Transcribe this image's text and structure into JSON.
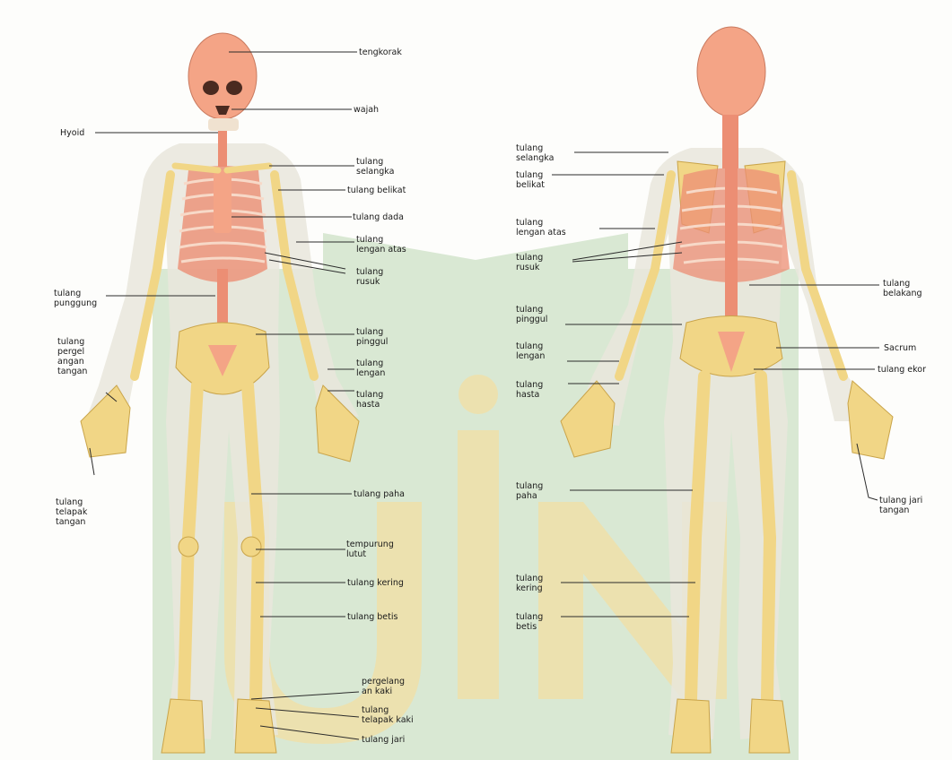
{
  "colors": {
    "bone": "#f1d686",
    "bone_edge": "#c9a44a",
    "skull": "#f4a486",
    "ribs": "#ec8e74",
    "body_shadow": "#e9e6dc",
    "watermark_green": "#6aa65a",
    "watermark_gold": "#e8c860",
    "leader": "#2b2b2b"
  },
  "front_labels": {
    "tengkorak": "tengkorak",
    "wajah": "wajah",
    "hyoid": "Hyoid",
    "selangka": "tulang\nselangka",
    "belikat": "tulang belikat",
    "dada": "tulang dada",
    "lengan_atas": "tulang\nlengan atas",
    "rusuk": "tulang\nrusuk",
    "punggung": "tulang\npunggung",
    "pergelangan_tangan": "tulang\npergel\nangan\ntangan",
    "pinggul": "tulang\npinggul",
    "lengan": "tulang\nlengan",
    "hasta": "tulang\nhasta",
    "telapak_tangan": "tulang\ntelapak\ntangan",
    "paha": "tulang paha",
    "tempurung": "tempurung\nlutut",
    "kering": "tulang kering",
    "betis": "tulang betis",
    "pergelangan_kaki": "pergelang\nan kaki",
    "telapak_kaki": "tulang\ntelapak kaki",
    "jari": "tulang jari"
  },
  "back_labels": {
    "selangka": "tulang\nselangka",
    "belikat": "tulang\nbelikat",
    "lengan_atas": "tulang\nlengan atas",
    "rusuk": "tulang\nrusuk",
    "belakang": "tulang\nbelakang",
    "pinggul": "tulang\npinggul",
    "sacrum": "Sacrum",
    "lengan": "tulang\nlengan",
    "ekor": "tulang ekor",
    "hasta": "tulang\nhasta",
    "jari_tangan": "tulang jari\ntangan",
    "paha": "tulang\npaha",
    "kering": "tulang\nkering",
    "betis": "tulang\nbetis"
  }
}
